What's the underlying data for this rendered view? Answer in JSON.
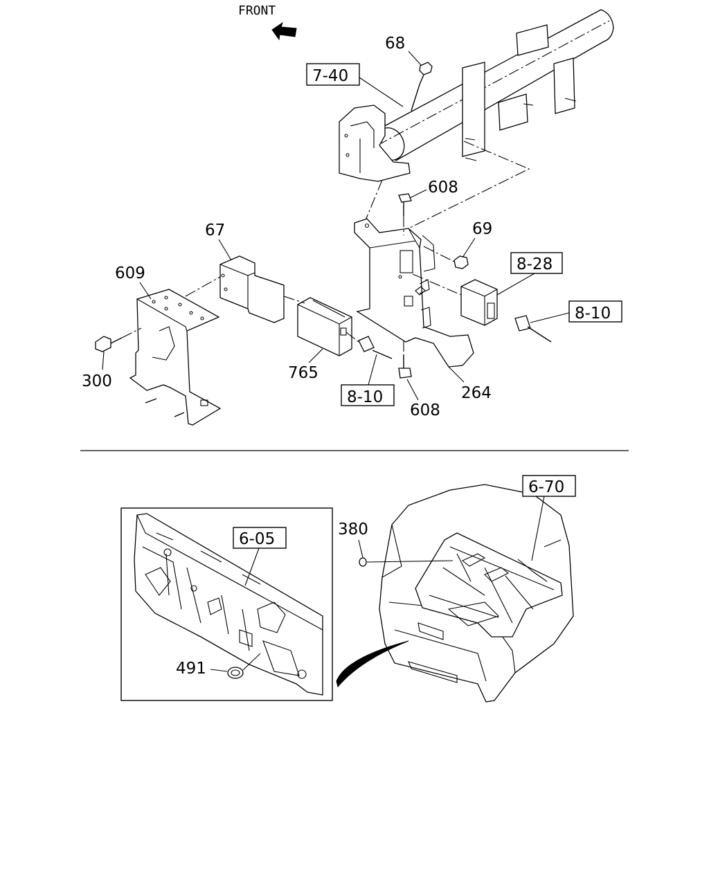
{
  "header": {
    "front_label": "FRONT"
  },
  "callouts": {
    "p68": "68",
    "ref_7_40": "7-40",
    "p608_top": "608",
    "p69": "69",
    "ref_8_28": "8-28",
    "p67": "67",
    "p609": "609",
    "ref_8_10_right": "8-10",
    "p300": "300",
    "p765": "765",
    "ref_8_10_bottom": "8-10",
    "p264": "264",
    "p608_bottom": "608",
    "ref_6_70": "6-70",
    "p380": "380",
    "ref_6_05": "6-05",
    "p491": "491"
  }
}
